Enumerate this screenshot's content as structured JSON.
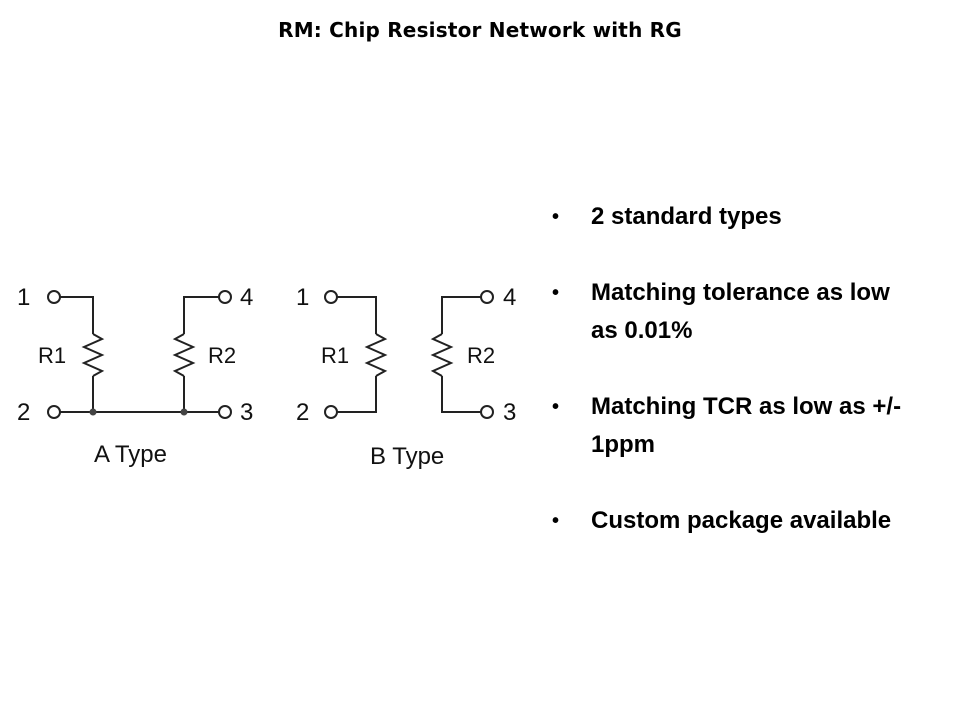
{
  "slide": {
    "title": "RM: Chip Resistor Network with RG"
  },
  "diagrams": [
    {
      "type_label": "A Type",
      "terminals": [
        "1",
        "2",
        "3",
        "4"
      ],
      "resistors": [
        "R1",
        "R2"
      ],
      "description": "R1 between terminals 1 and 2, R2 between terminals 4 and 3; terminals 2 and 3 connected (common bottom node)"
    },
    {
      "type_label": "B Type",
      "terminals": [
        "1",
        "2",
        "3",
        "4"
      ],
      "resistors": [
        "R1",
        "R2"
      ],
      "description": "R1 between terminals 1 and 2, R2 between terminals 4 and 3; isolated resistors"
    }
  ],
  "bullets": [
    "2 standard types",
    "Matching tolerance as low as 0.01%",
    "Matching TCR as low as +/- 1ppm",
    "Custom package available"
  ],
  "bullet_symbol": "•"
}
